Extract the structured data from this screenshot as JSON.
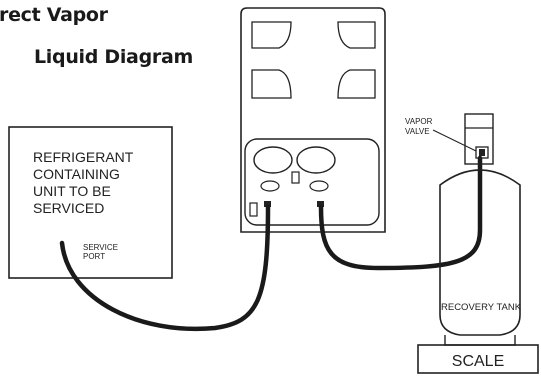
{
  "title": {
    "line1": "rect Vapor",
    "line2": "Liquid Diagram"
  },
  "unit": {
    "lines": [
      "REFRIGERANT",
      "CONTAINING",
      "UNIT TO BE",
      "SERVICED"
    ]
  },
  "service_port": {
    "lines": [
      "SERVICE",
      "PORT"
    ]
  },
  "vapor_valve": {
    "lines": [
      "VAPOR",
      "VALVE"
    ]
  },
  "recovery_tank": {
    "label": "RECOVERY TANK"
  },
  "scale": {
    "label": "SCALE"
  }
}
